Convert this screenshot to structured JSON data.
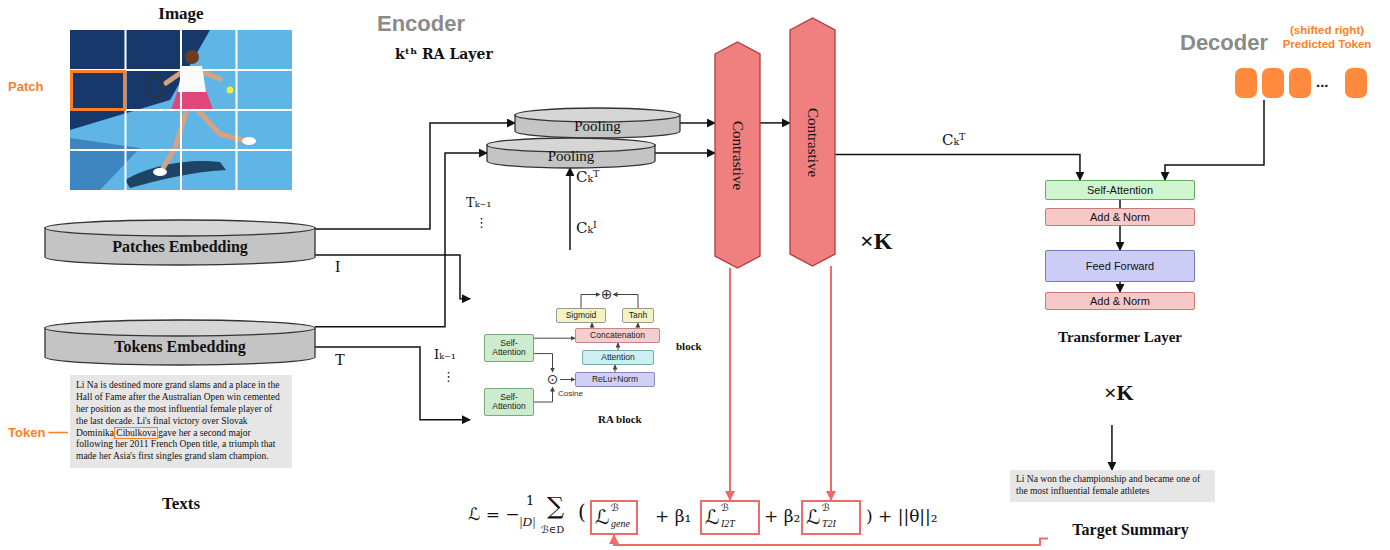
{
  "diagram": {
    "nodes": [
      {
        "text": [
          "Image"
        ]
      },
      {
        "text": [
          "Patches Embedding"
        ]
      },
      {
        "text": [
          "Tokens Embedding"
        ]
      },
      {
        "text": [
          "Li Na is destined more grand slams and a place in the Hall of Fame after the Australian Open win cemented her position as the most influential female player of the last decade. Li's final victory over Slovak Dominika Cibulkova gave her a second major following her 2011 French Open title, a triumph that made her Asia's first singles grand slam champion.",
          "Texts"
        ]
      },
      {
        "text": [
          "Encoder"
        ]
      },
      {
        "text": [
          "kᵗʰ RA Layer"
        ],
        "in": 4
      },
      {
        "text": [
          "Pooling"
        ],
        "in": 5
      },
      {
        "text": [
          "Pooling"
        ],
        "in": 5
      },
      {
        "text": [
          "RA block"
        ],
        "in": 5
      },
      {
        "text": [
          "⊕"
        ],
        "in": 8
      },
      {
        "text": [
          "Sigmoid"
        ],
        "in": 8
      },
      {
        "text": [
          "Tanh"
        ],
        "in": 8
      },
      {
        "text": [
          "Concatenation"
        ],
        "in": 8
      },
      {
        "text": [
          "Attention"
        ],
        "in": 8
      },
      {
        "text": [
          "Self-Attention"
        ],
        "in": 8
      },
      {
        "text": [
          "ReLu+Norm"
        ],
        "in": 8
      },
      {
        "text": [
          "Self-Attention"
        ],
        "in": 8
      },
      {
        "text": [
          "⊙"
        ],
        "in": 8
      },
      {
        "text": [
          "Contrastive"
        ],
        "in": 5
      },
      {
        "text": [
          "Contrastive"
        ],
        "in": 4
      },
      {
        "text": [
          "Decoder"
        ]
      },
      {
        "text": [
          "(shifted right) Predicted Token"
        ],
        "in": 20
      },
      {
        "text": [
          "Transformer Layer"
        ],
        "in": 20
      },
      {
        "text": [
          "Self-Attention"
        ],
        "in": 22
      },
      {
        "text": [
          "Add & Norm"
        ],
        "in": 22
      },
      {
        "text": [
          "Feed Forward"
        ],
        "in": 22
      },
      {
        "text": [
          "Add & Norm"
        ],
        "in": 22
      },
      {
        "text": [
          "Li Na won the championship and became one of the most influential female athletes"
        ]
      },
      {
        "text": [
          "ℒ",
          "ℬ",
          "gene"
        ]
      },
      {
        "text": [
          "ℒ",
          "ℬ",
          "I2T"
        ]
      },
      {
        "text": [
          "ℒ",
          "ℬ",
          "T2I"
        ]
      },
      {
        "text": [
          "Target Summary"
        ]
      }
    ],
    "edges": [
      {
        "from": 1,
        "to": 6,
        "arrow": "to"
      },
      {
        "from": 1,
        "to": 8,
        "label": "I",
        "arrow": "to"
      },
      {
        "from": 2,
        "to": 7,
        "arrow": "to"
      },
      {
        "from": 2,
        "to": 8,
        "label": "T",
        "arrow": "to"
      },
      {
        "from": 8,
        "to": 7,
        "label": "Cₖᵀ",
        "arrow": "to"
      },
      {
        "from": 6,
        "to": 18,
        "arrow": "to"
      },
      {
        "from": 7,
        "to": 18,
        "arrow": "to"
      },
      {
        "from": 18,
        "to": 19,
        "arrow": "to"
      },
      {
        "from": 19,
        "to": 23,
        "label": "Cₖᵀ",
        "arrow": "to"
      },
      {
        "from": 21,
        "to": 23,
        "arrow": "to"
      },
      {
        "from": 16,
        "to": 17,
        "arrow": "to"
      },
      {
        "from": 14,
        "to": 17,
        "arrow": "to"
      },
      {
        "from": 17,
        "to": 15,
        "arrow": "to"
      },
      {
        "from": 15,
        "to": 13,
        "arrow": "to"
      },
      {
        "from": 13,
        "to": 12,
        "arrow": "to"
      },
      {
        "from": 14,
        "to": 12,
        "arrow": "to"
      },
      {
        "from": 12,
        "to": 10,
        "arrow": "to"
      },
      {
        "from": 12,
        "to": 11,
        "arrow": "to"
      },
      {
        "from": 10,
        "to": 9,
        "arrow": "to"
      },
      {
        "from": 11,
        "to": 9,
        "arrow": "to"
      },
      {
        "from": 23,
        "to": 24,
        "arrow": "none"
      },
      {
        "from": 24,
        "to": 25,
        "arrow": "to"
      },
      {
        "from": 25,
        "to": 26,
        "arrow": "to"
      },
      {
        "from": 20,
        "to": 27,
        "arrow": "to"
      },
      {
        "from": 18,
        "to": 29,
        "arrow": "to"
      },
      {
        "from": 19,
        "to": 30,
        "arrow": "to"
      },
      {
        "from": 31,
        "to": 28,
        "arrow": "to"
      }
    ],
    "labels": [
      "Patch",
      "Token",
      "Tₖ₋₁",
      "⋮",
      "Iₖ₋₁",
      "⋮",
      "Cₖᴵ",
      "block",
      "Cosine",
      "×K",
      "...",
      "×K",
      "ℒ = −",
      "1",
      "|D|",
      "∑",
      "ℬ∈D",
      "(",
      "+ β₁",
      "+ β₂",
      ") + ||θ||₂"
    ]
  }
}
